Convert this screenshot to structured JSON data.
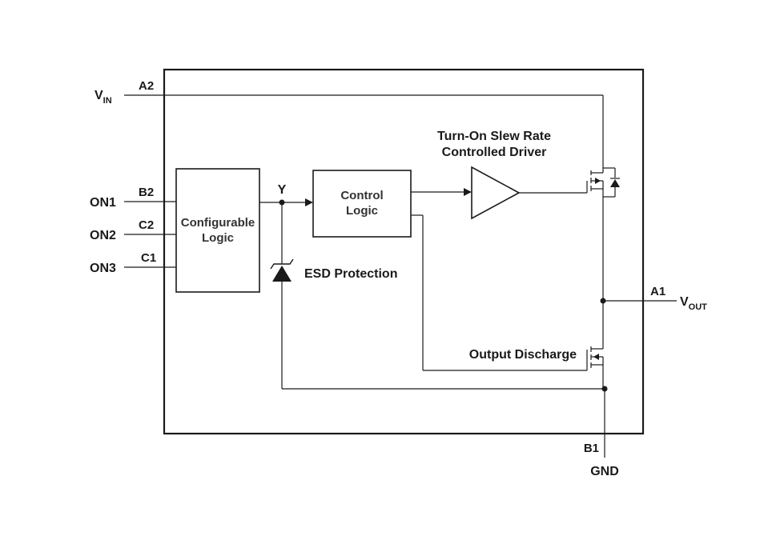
{
  "pins": {
    "vin": {
      "name": "V",
      "sub": "IN",
      "pin": "A2"
    },
    "on1": {
      "name": "ON1",
      "pin": "B2"
    },
    "on2": {
      "name": "ON2",
      "pin": "C2"
    },
    "on3": {
      "name": "ON3",
      "pin": "C1"
    },
    "vout": {
      "name": "V",
      "sub": "OUT",
      "pin": "A1"
    },
    "gnd": {
      "name": "GND",
      "pin": "B1"
    }
  },
  "blocks": {
    "configurable_logic": [
      "Configurable",
      "Logic"
    ],
    "control_logic": [
      "Control",
      "Logic"
    ]
  },
  "node_y": "Y",
  "labels": {
    "driver": [
      "Turn-On Slew Rate",
      "Controlled Driver"
    ],
    "esd": "ESD Protection",
    "discharge": "Output Discharge"
  },
  "colors": {
    "line": "#1a1a1a",
    "background": "#ffffff"
  }
}
